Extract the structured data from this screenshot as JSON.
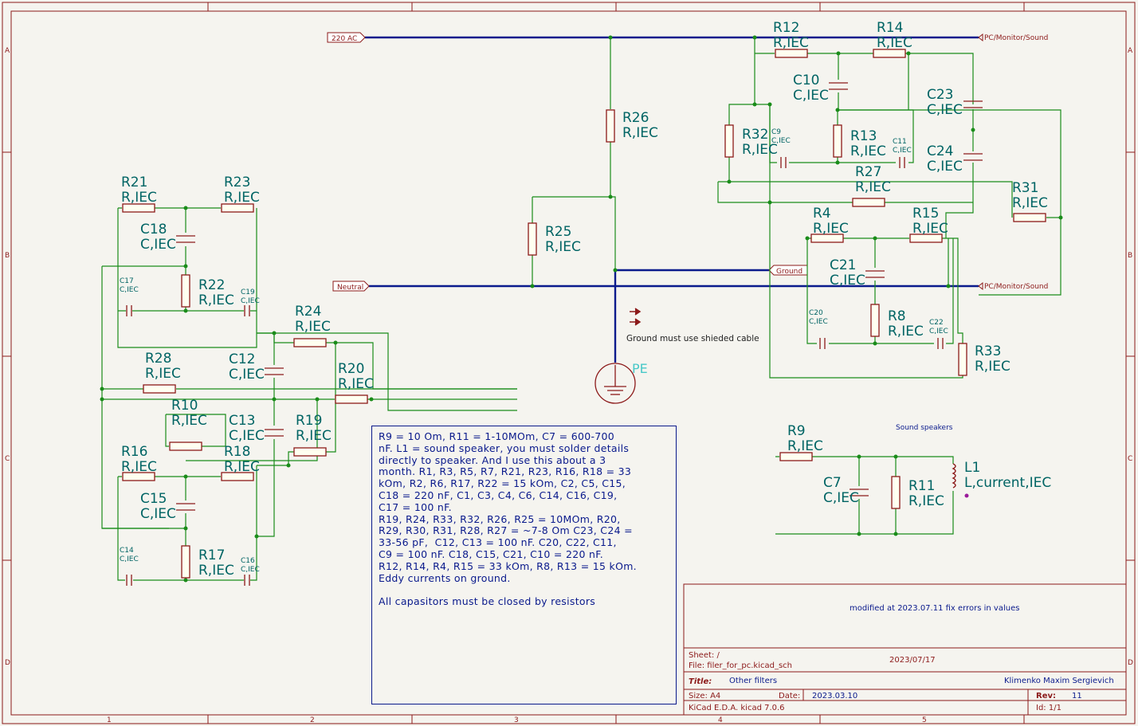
{
  "frame": {
    "columns": [
      "1",
      "2",
      "3",
      "4",
      "5"
    ],
    "rows": [
      "A",
      "B",
      "C",
      "D"
    ]
  },
  "power_labels": {
    "ac": "220 AC",
    "neutral": "Neutral",
    "out_top": "PC/Monitor/Sound",
    "out_bottom": "PC/Monitor/Sound",
    "ground": "Ground"
  },
  "components": [
    {
      "id": "R12",
      "ref": "R12",
      "value": "R,IEC"
    },
    {
      "id": "R14",
      "ref": "R14",
      "value": "R,IEC"
    },
    {
      "id": "C10",
      "ref": "C10",
      "value": "C,IEC"
    },
    {
      "id": "C23",
      "ref": "C23",
      "value": "C,IEC"
    },
    {
      "id": "R26",
      "ref": "R26",
      "value": "R,IEC"
    },
    {
      "id": "R32",
      "ref": "R32",
      "value": "R,IEC"
    },
    {
      "id": "C9",
      "ref": "C9",
      "value": "C,IEC"
    },
    {
      "id": "R13",
      "ref": "R13",
      "value": "R,IEC"
    },
    {
      "id": "C11",
      "ref": "C11",
      "value": "C,IEC"
    },
    {
      "id": "C24",
      "ref": "C24",
      "value": "C,IEC"
    },
    {
      "id": "R27",
      "ref": "R27",
      "value": "R,IEC"
    },
    {
      "id": "R31",
      "ref": "R31",
      "value": "R,IEC"
    },
    {
      "id": "R21",
      "ref": "R21",
      "value": "R,IEC"
    },
    {
      "id": "R23",
      "ref": "R23",
      "value": "R,IEC"
    },
    {
      "id": "C18",
      "ref": "C18",
      "value": "C,IEC"
    },
    {
      "id": "R25",
      "ref": "R25",
      "value": "R,IEC"
    },
    {
      "id": "R4",
      "ref": "R4",
      "value": "R,IEC"
    },
    {
      "id": "R15",
      "ref": "R15",
      "value": "R,IEC"
    },
    {
      "id": "C21",
      "ref": "C21",
      "value": "C,IEC"
    },
    {
      "id": "C17",
      "ref": "C17",
      "value": "C,IEC"
    },
    {
      "id": "R22",
      "ref": "R22",
      "value": "R,IEC"
    },
    {
      "id": "C19",
      "ref": "C19",
      "value": "C,IEC"
    },
    {
      "id": "R24",
      "ref": "R24",
      "value": "R,IEC"
    },
    {
      "id": "C20",
      "ref": "C20",
      "value": "C,IEC"
    },
    {
      "id": "R8",
      "ref": "R8",
      "value": "R,IEC"
    },
    {
      "id": "C22",
      "ref": "C22",
      "value": "C,IEC"
    },
    {
      "id": "R33",
      "ref": "R33",
      "value": "R,IEC"
    },
    {
      "id": "R28",
      "ref": "R28",
      "value": "R,IEC"
    },
    {
      "id": "C12",
      "ref": "C12",
      "value": "C,IEC"
    },
    {
      "id": "R20",
      "ref": "R20",
      "value": "R,IEC"
    },
    {
      "id": "R10",
      "ref": "R10",
      "value": "R,IEC"
    },
    {
      "id": "C13",
      "ref": "C13",
      "value": "C,IEC"
    },
    {
      "id": "R19",
      "ref": "R19",
      "value": "R,IEC"
    },
    {
      "id": "R16",
      "ref": "R16",
      "value": "R,IEC"
    },
    {
      "id": "R18",
      "ref": "R18",
      "value": "R,IEC"
    },
    {
      "id": "C15",
      "ref": "C15",
      "value": "C,IEC"
    },
    {
      "id": "C14",
      "ref": "C14",
      "value": "C,IEC"
    },
    {
      "id": "R17",
      "ref": "R17",
      "value": "R,IEC"
    },
    {
      "id": "C16",
      "ref": "C16",
      "value": "C,IEC"
    },
    {
      "id": "R9",
      "ref": "R9",
      "value": "R,IEC"
    },
    {
      "id": "C7",
      "ref": "C7",
      "value": "C,IEC"
    },
    {
      "id": "R11",
      "ref": "R11",
      "value": "R,IEC"
    },
    {
      "id": "L1",
      "ref": "L1",
      "value": "L,current,IEC"
    }
  ],
  "pe_label": "PE",
  "ground_note": "Ground must use shieded cable",
  "speakers_label": "Sound speakers",
  "note_text": "R9 = 10 Om, R11 = 1-10MOm, C7 = 600-700\nnF. L1 = sound speaker, you must solder details\ndirectly to speaker. And I use this about a 3\nmonth. R1, R3, R5, R7, R21, R23, R16, R18 = 33\nkOm, R2, R6, R17, R22 = 15 kOm, C2, C5, C15,\nC18 = 220 nF, C1, C3, C4, C6, C14, C16, C19,\nC17 = 100 nF.\nR19, R24, R33, R32, R26, R25 = 10MOm, R20,\nR29, R30, R31, R28, R27 = ~7-8 Om C23, C24 =\n33-56 pF,  C12, C13 = 100 nF. C20, C22, C11,\nC9 = 100 nF. C18, C15, C21, C10 = 220 nF.\nR12, R14, R4, R15 = 33 kOm, R8, R13 = 15 kOm.\nEddy currents on ground.\n\nAll capasitors must be closed by resistors",
  "title_block": {
    "comment": "modified at 2023.07.11 fix errors in values",
    "sheet_label": "Sheet: /",
    "file_label": "File: filer_for_pc.kicad_sch",
    "date_stamp": "2023/07/17",
    "title_label": "Title:",
    "title": "Other filters",
    "author": "Klimenko Maxim Sergievich",
    "size_label": "Size: A4",
    "date_label": "Date:",
    "date": "2023.03.10",
    "rev_label": "Rev:",
    "rev": "11",
    "tool": "KiCad E.D.A.  kicad 7.0.6",
    "id": "Id: 1/1"
  }
}
